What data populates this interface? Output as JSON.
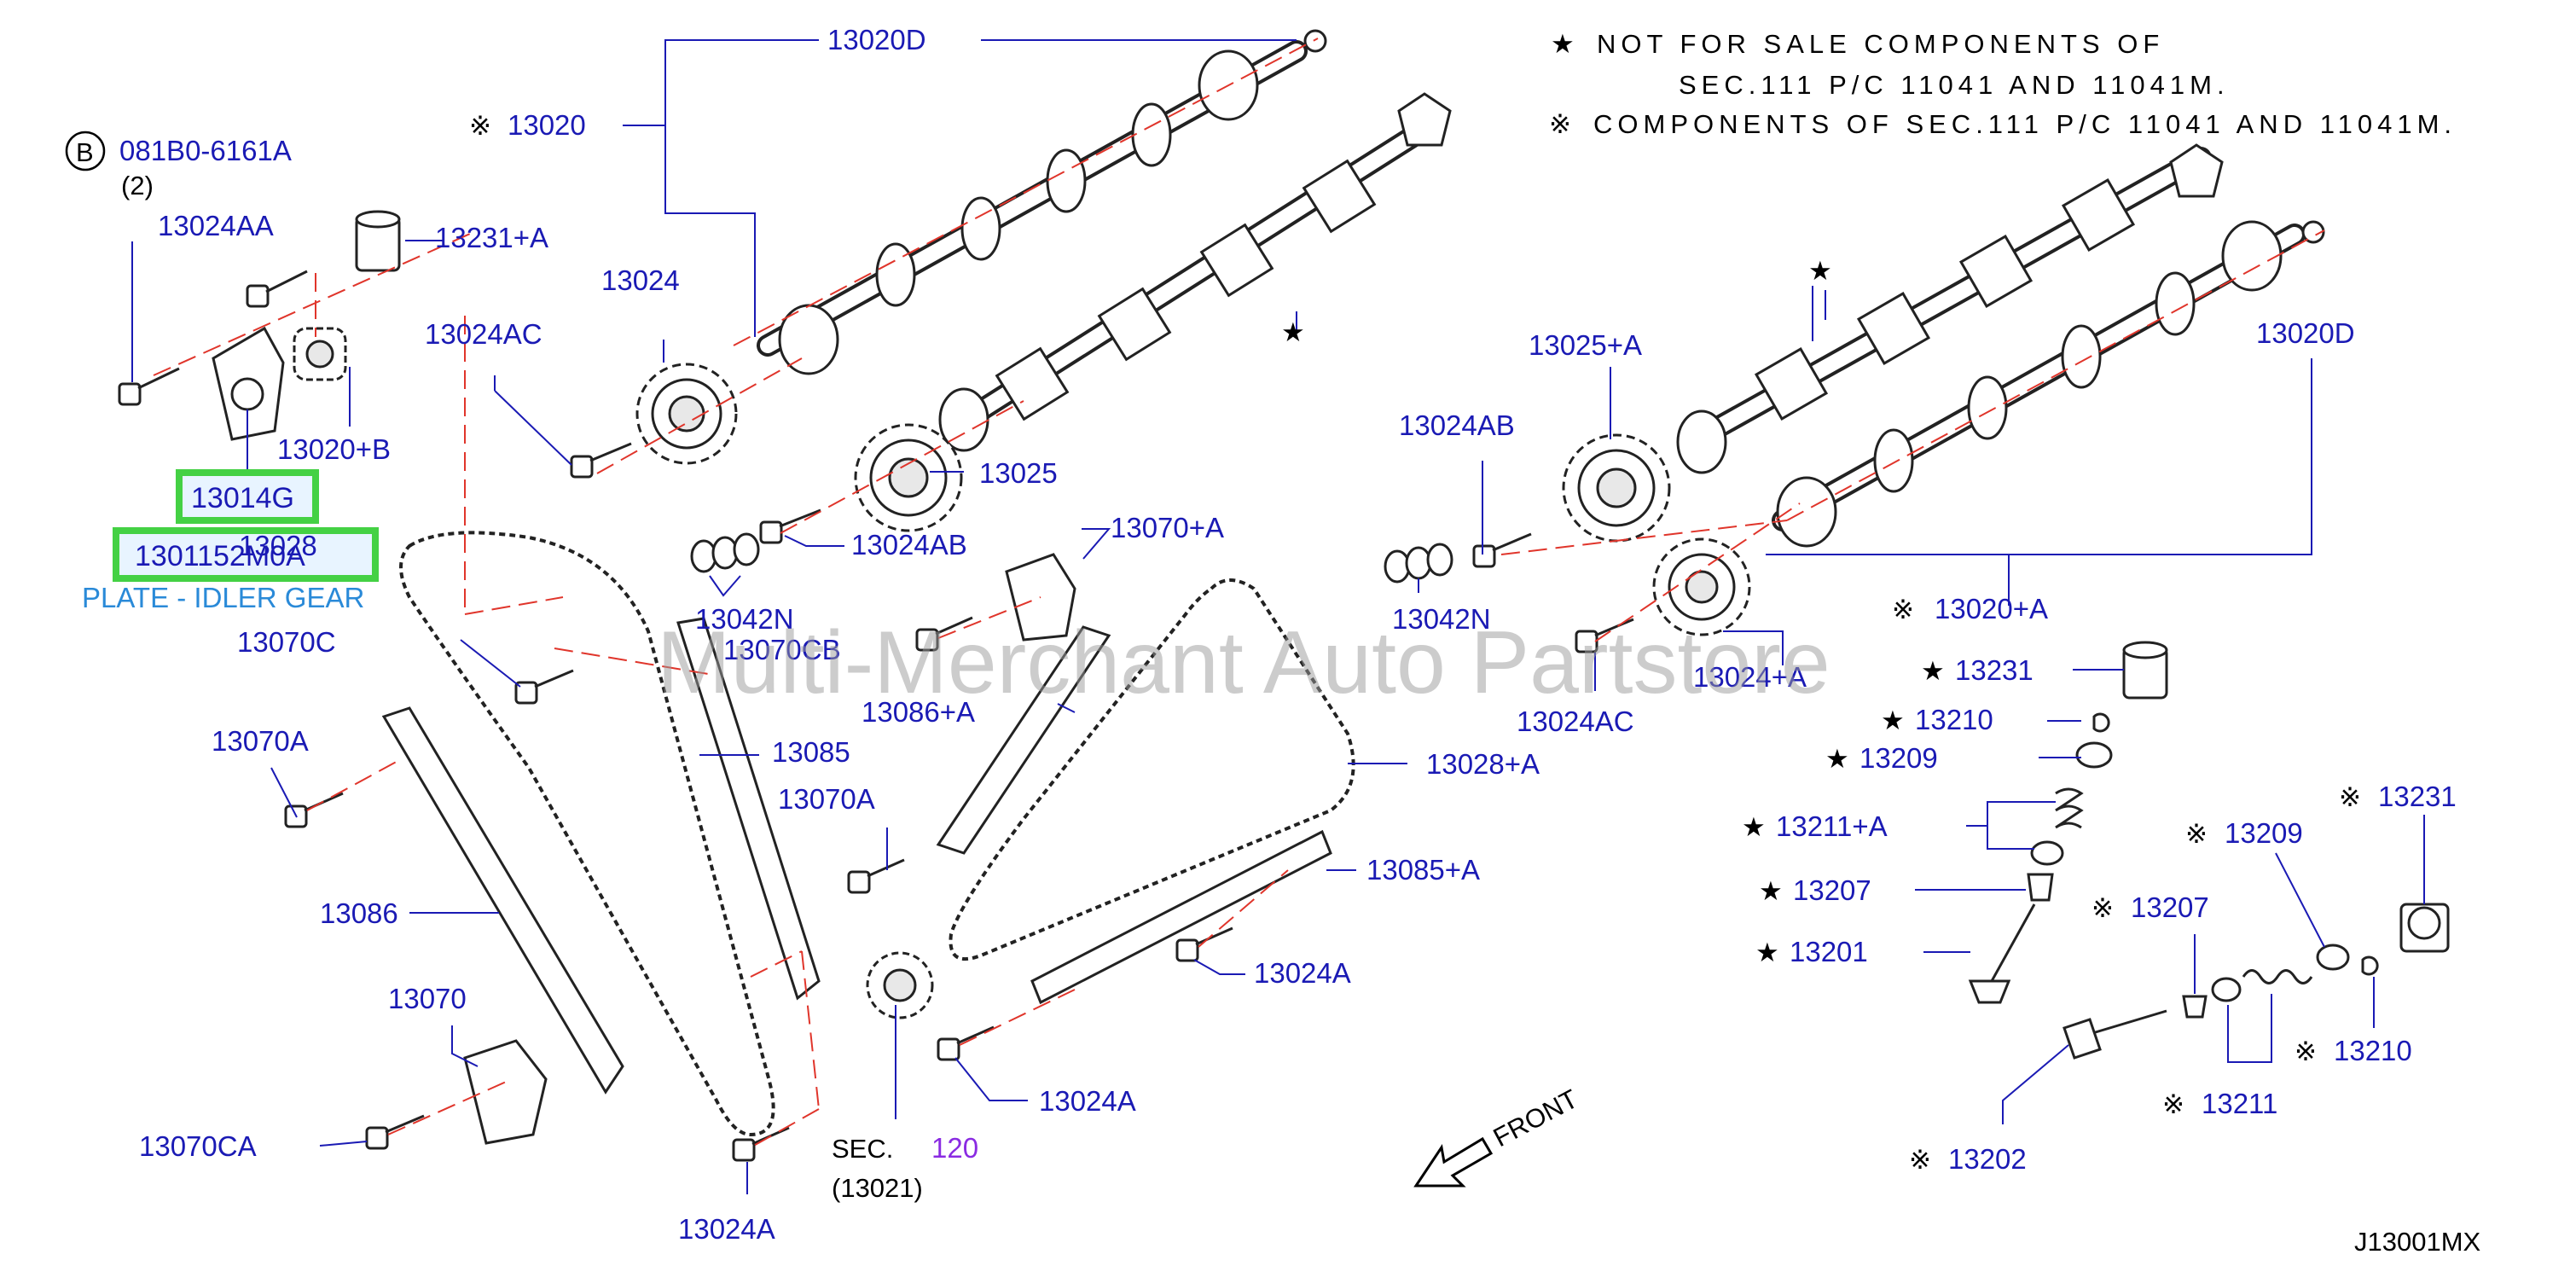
{
  "notes": {
    "line1_symbol": "★",
    "line1": "NOT FOR SALE COMPONENTS OF",
    "line2": "SEC.111 P/C 11041 AND 11041M.",
    "line3_symbol": "※",
    "line3": "COMPONENTS OF SEC.111 P/C 11041 AND 11041M."
  },
  "bolt_ref": {
    "circle_letter": "B",
    "code": "081B0-6161A",
    "qty": "(2)"
  },
  "highlight": {
    "part1": "13014G",
    "part2": "1301152M0A",
    "overlap": "13028",
    "description": "PLATE - IDLER GEAR"
  },
  "labels": {
    "p13020D_top": "13020D",
    "p13020": "13020",
    "p13020_prefix": "※",
    "p13024AA": "13024AA",
    "p13231A": "13231+A",
    "p13024": "13024",
    "p13024AC_left": "13024AC",
    "p13020B": "13020+B",
    "p13025": "13025",
    "p13024AB_left": "13024AB",
    "p13042N_left": "13042N",
    "p13070CB": "13070CB",
    "p13070C": "13070C",
    "p13070A_left": "13070A",
    "p13085": "13085",
    "p13086A": "13086+A",
    "p13070A_mid": "13070A",
    "p13070A_top": "13070+A",
    "p13086": "13086",
    "p13070": "13070",
    "p13070CA": "13070CA",
    "p13024A_bottom": "13024A",
    "sec_label": "SEC.",
    "sec_num": "120",
    "sec_sub": "(13021)",
    "p13024A_mid": "13024A",
    "p13024A_right": "13024A",
    "p13085A": "13085+A",
    "p13028A": "13028+A",
    "p13024AB_right": "13024AB",
    "p13025A": "13025+A",
    "p13042N_right": "13042N",
    "p13024AC_right": "13024AC",
    "p13024A_plus": "13024+A",
    "p13020A": "13020+A",
    "p13020D_right": "13020D",
    "p13231_star": "13231",
    "p13210_star": "13210",
    "p13209_star": "13209",
    "p13211A_star": "13211+A",
    "p13207_star": "13207",
    "p13201_star": "13201",
    "p13209_ref": "13209",
    "p13231_ref": "13231",
    "p13207_ref": "13207",
    "p13210_ref": "13210",
    "p13211_ref": "13211",
    "p13202_ref": "13202",
    "front": "FRONT",
    "diagram_id": "J13001MX"
  },
  "symbols": {
    "star": "★",
    "ref": "※"
  },
  "watermark": "Multi-Merchant Auto Partstore",
  "colors": {
    "label": "#1a1ab4",
    "highlight_border": "#44d144",
    "chain_line": "#e0352b",
    "sec_number": "#8a2be2",
    "plate_text": "#2a8ad8"
  }
}
